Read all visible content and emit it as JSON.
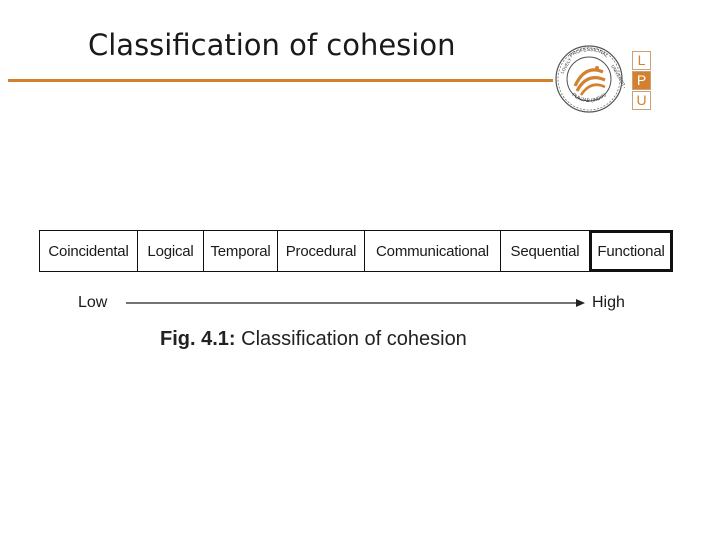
{
  "slide": {
    "title": "Classification of cohesion",
    "accent_color": "#d4812f"
  },
  "logo": {
    "seal_icon": "university-seal-icon",
    "seal_text_top": "PROFESSIONAL",
    "seal_text_left": "LOVELY",
    "seal_text_right": "UNIVERSITY",
    "seal_text_bottom": "PUNJAB (INDIA)",
    "letters": [
      "L",
      "P",
      "U"
    ]
  },
  "diagram": {
    "levels": [
      "Coincidental",
      "Logical",
      "Temporal",
      "Procedural",
      "Communicational",
      "Sequential",
      "Functional"
    ],
    "highlighted_level": "Functional",
    "scale_low": "Low",
    "scale_high": "High",
    "caption_prefix": "Fig. 4.1:",
    "caption_text": " Classification of cohesion"
  }
}
